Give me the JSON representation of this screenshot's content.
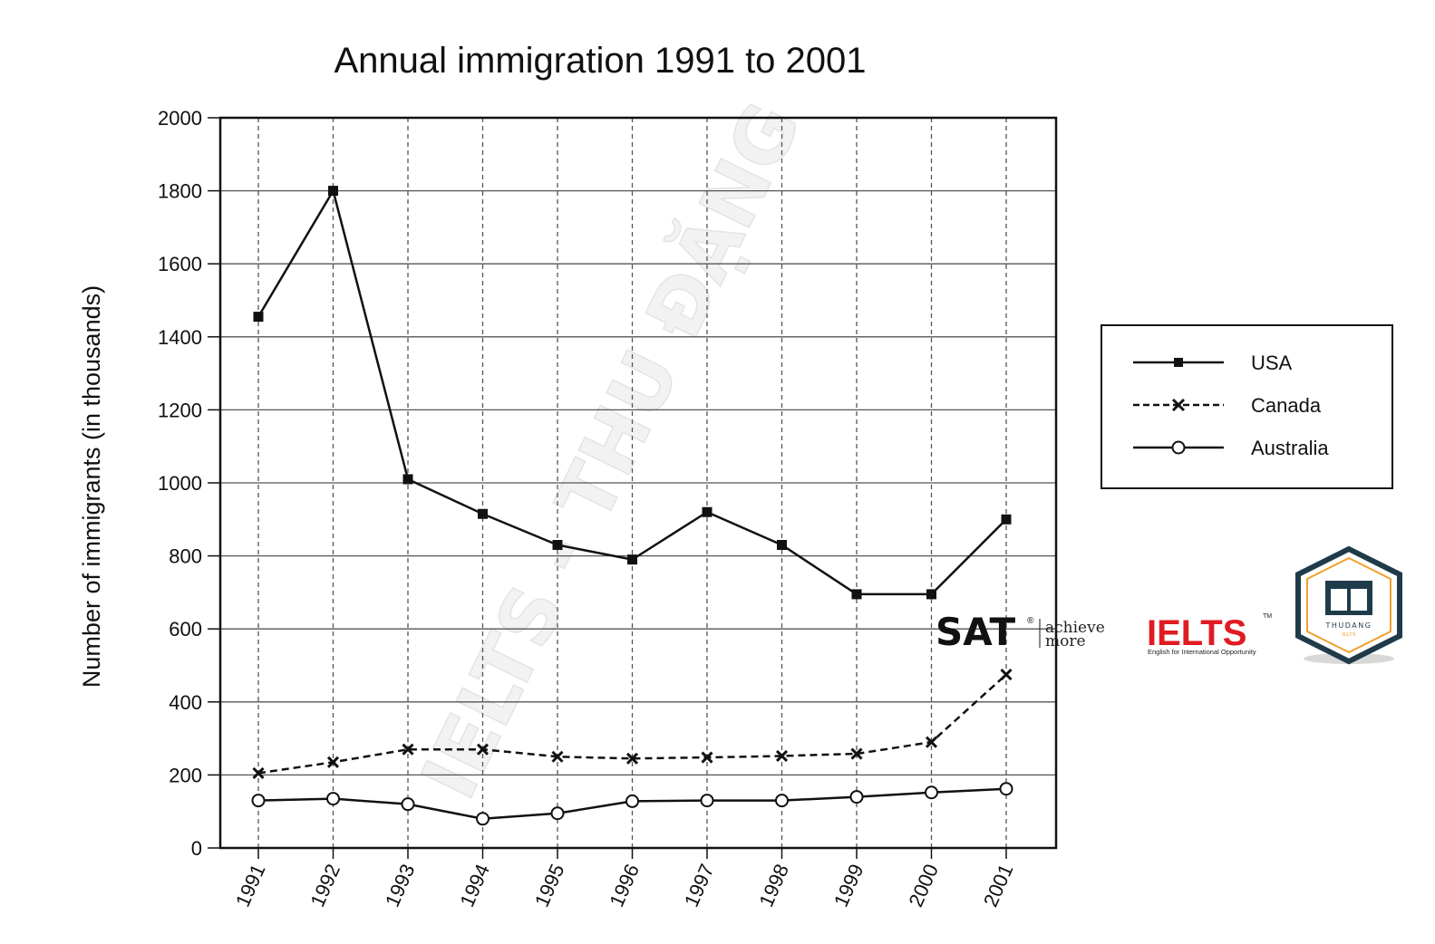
{
  "chart_data": {
    "type": "line",
    "title": "Annual immigration 1991 to 2001",
    "xlabel": "",
    "ylabel": "Number of immigrants (in thousands)",
    "categories": [
      "1991",
      "1992",
      "1993",
      "1994",
      "1995",
      "1996",
      "1997",
      "1998",
      "1999",
      "2000",
      "2001"
    ],
    "ylim": [
      0,
      2000
    ],
    "yticks": [
      0,
      200,
      400,
      600,
      800,
      1000,
      1200,
      1400,
      1600,
      1800,
      2000
    ],
    "grid": {
      "horizontal": "solid",
      "vertical": "dashed"
    },
    "legend_position": "right",
    "series": [
      {
        "name": "USA",
        "marker": "square",
        "line_style": "solid",
        "values": [
          1455,
          1800,
          1010,
          915,
          830,
          790,
          920,
          830,
          695,
          695,
          900
        ]
      },
      {
        "name": "Canada",
        "marker": "x",
        "line_style": "dashed",
        "values": [
          205,
          235,
          270,
          270,
          250,
          245,
          248,
          252,
          258,
          290,
          475
        ]
      },
      {
        "name": "Australia",
        "marker": "circle",
        "line_style": "solid",
        "values": [
          130,
          135,
          120,
          80,
          95,
          128,
          130,
          130,
          140,
          152,
          162
        ]
      }
    ]
  },
  "logos": {
    "sat": {
      "wordmark": "SAT",
      "registered": "®",
      "tagline_1": "achieve",
      "tagline_2": "more"
    },
    "ielts": {
      "wordmark": "IELTS",
      "trademark": "TM",
      "tagline": "English for International Opportunity"
    },
    "badge": {
      "line_1": "THUDANG",
      "line_2": "IELTS"
    }
  },
  "watermark": {
    "text": "IELTS - THU ĐẶNG"
  },
  "colors": {
    "ink": "#111111",
    "grid": "#555555",
    "ielts_red": "#e11b22",
    "badge_navy": "#1f3b4a",
    "badge_orange": "#f0a030"
  }
}
